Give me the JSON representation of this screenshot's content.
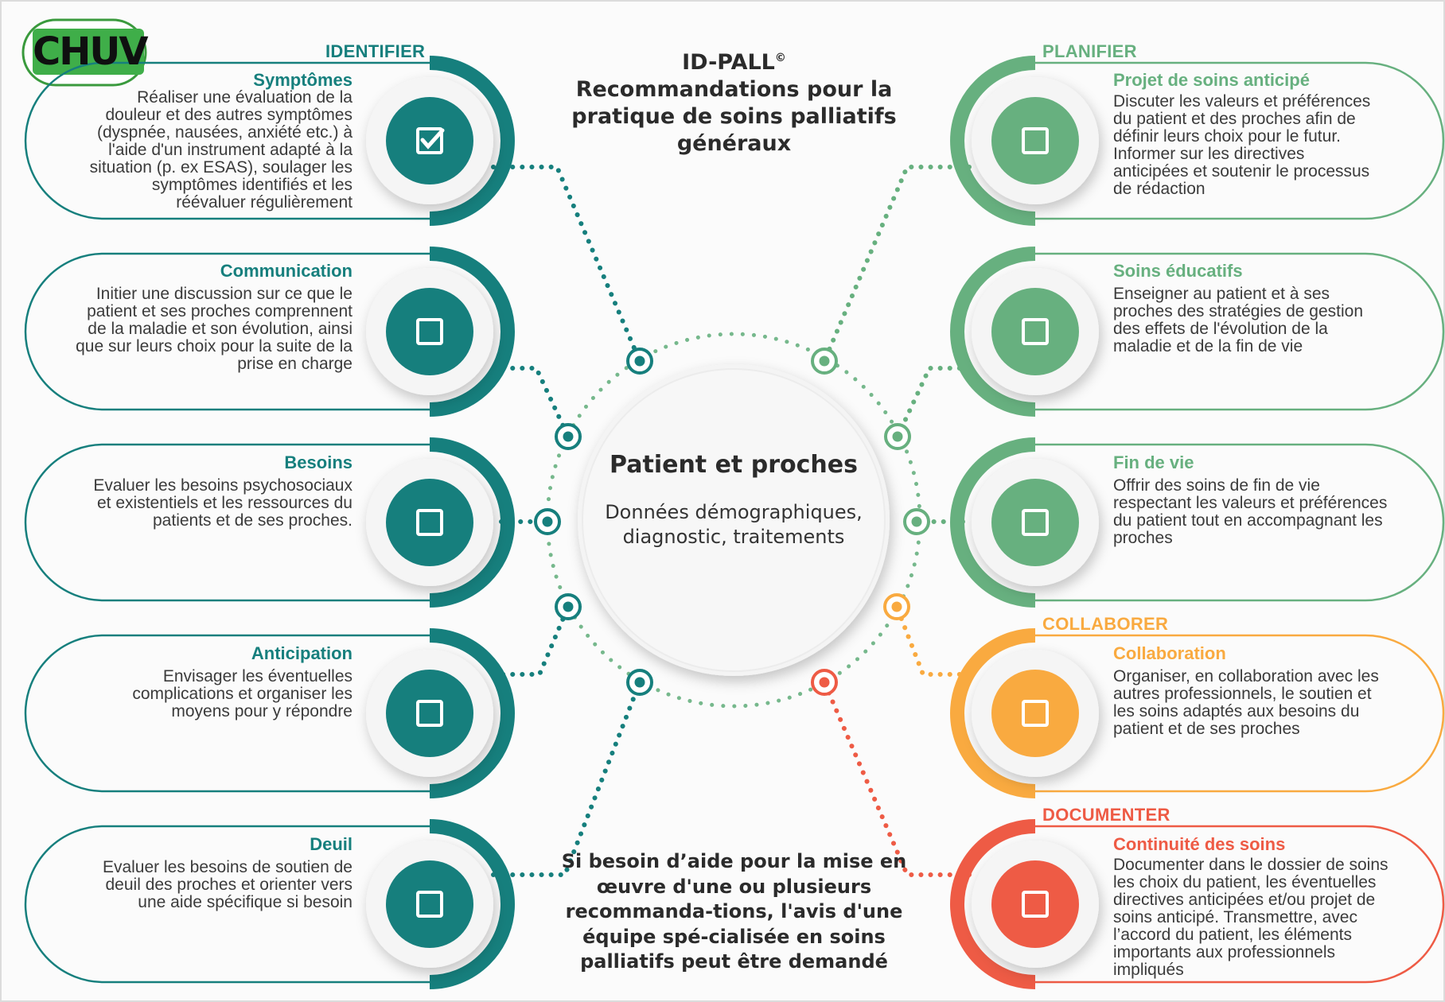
{
  "logo": {
    "text": "CHUV"
  },
  "header": {
    "title": "ID-PALL",
    "copyright": "©",
    "subtitle": "Recommandations pour la pratique de soins palliatifs généraux"
  },
  "center": {
    "title": "Patient et proches",
    "subtitle": "Données démographiques, diagnostic, traitements"
  },
  "bottom_note": "Si besoin d’aide pour la mise en œuvre d'une ou plusieurs recommanda-tions, l'avis d'une équipe spé-cialisée en soins palliatifs peut être demandé",
  "sections": {
    "identifier": "IDENTIFIER",
    "planifier": "PLANIFIER",
    "collaborer": "COLLABORER",
    "documenter": "DOCUMENTER"
  },
  "colors": {
    "teal": "#167f7d",
    "green": "#67b07f",
    "orange": "#f9aa40",
    "red": "#ee5b45",
    "text": "#3b3b3b"
  },
  "cards": [
    {
      "title": "Symptômes",
      "lines": [
        "Réaliser une évaluation de la",
        "douleur et des autres symptômes",
        "(dyspnée, nausées, anxiété etc.) à",
        "l'aide d'un instrument adapté à la",
        "situation (p. ex ESAS), soulager les",
        "symptômes identifiés et les",
        "réévaluer régulièrement"
      ],
      "icon": "checked-box-icon"
    },
    {
      "title": "Communication",
      "lines": [
        "Initier une discussion sur ce que le",
        "patient et ses proches comprennent",
        "de la maladie et son évolution, ainsi",
        "que sur leurs choix pour la suite de la",
        "prise en charge"
      ],
      "icon": "empty-box-icon"
    },
    {
      "title": "Besoins",
      "lines": [
        "Evaluer les besoins psychosociaux",
        "et existentiels et les ressources du",
        "patients et de ses proches."
      ],
      "icon": "empty-box-icon"
    },
    {
      "title": "Anticipation",
      "lines": [
        "Envisager les éventuelles",
        "complications et organiser les",
        "moyens pour y répondre"
      ],
      "icon": "empty-box-icon"
    },
    {
      "title": "Deuil",
      "lines": [
        "Evaluer les besoins de soutien de",
        "deuil des proches et orienter vers",
        "une aide spécifique si besoin"
      ],
      "icon": "empty-box-icon"
    },
    {
      "title": "Projet de soins anticipé",
      "lines": [
        "Discuter les valeurs et préférences",
        "du patient et des proches afin de",
        "définir leurs choix pour le futur.",
        "Informer sur les directives",
        "anticipées et soutenir le processus",
        "de rédaction"
      ],
      "icon": "empty-box-icon"
    },
    {
      "title": "Soins éducatifs",
      "lines": [
        "Enseigner au patient et à ses",
        "proches des stratégies de gestion",
        "des effets de l'évolution de la",
        "maladie et de la fin de vie"
      ],
      "icon": "empty-box-icon"
    },
    {
      "title": "Fin de vie",
      "lines": [
        "Offrir des soins de fin de vie",
        "respectant les valeurs et préférences",
        "du patient tout en accompagnant les",
        "proches"
      ],
      "icon": "empty-box-icon"
    },
    {
      "title": "Collaboration",
      "lines": [
        "Organiser, en collaboration avec les",
        "autres professionnels, le soutien et",
        "les soins adaptés aux besoins du",
        "patient et de ses proches"
      ],
      "icon": "empty-box-icon"
    },
    {
      "title": "Continuité des soins",
      "lines": [
        "Documenter dans le dossier de soins",
        "les choix du patient, les éventuelles",
        "directives anticipées et/ou projet de",
        "soins anticipé. Transmettre, avec",
        "l’accord du patient, les éléments",
        "importants aux professionnels",
        "impliqués"
      ],
      "icon": "empty-box-icon"
    }
  ]
}
